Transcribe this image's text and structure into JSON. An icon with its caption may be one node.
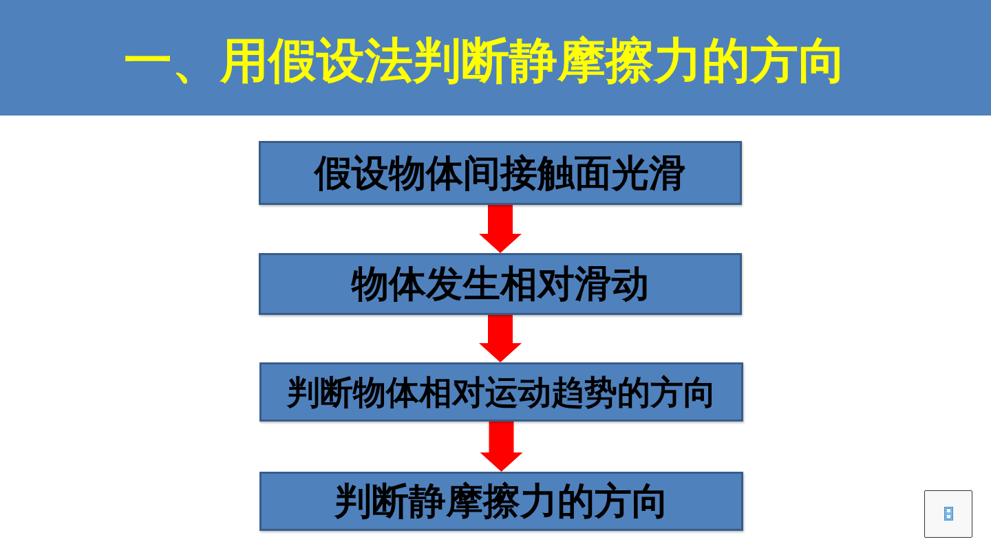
{
  "diagram": {
    "title": "一、用假设法判断静摩擦力的方向",
    "nodes": [
      {
        "text": [
          "假设物体间接触面光滑"
        ]
      },
      {
        "text": [
          "物体发生相对滑动"
        ]
      },
      {
        "text": [
          "判断物体相对运动趋势的方向"
        ]
      },
      {
        "text": [
          "判断静摩擦力的方向"
        ]
      }
    ],
    "edges": [
      {
        "from": 0,
        "to": 1,
        "arrow": "to"
      },
      {
        "from": 1,
        "to": 2,
        "arrow": "to"
      },
      {
        "from": 2,
        "to": 3,
        "arrow": "to"
      }
    ]
  }
}
